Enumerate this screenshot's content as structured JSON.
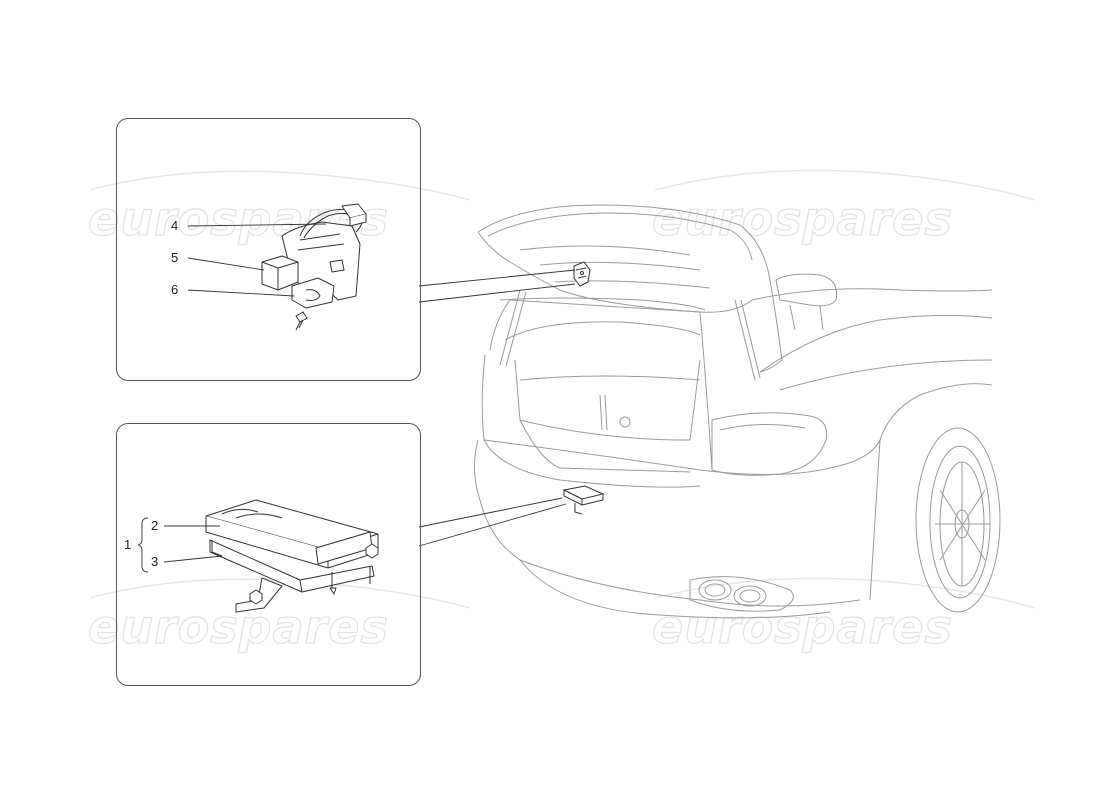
{
  "watermark": {
    "text": "eurospares"
  },
  "callouts": {
    "part_1": "1",
    "part_2": "2",
    "part_3": "3",
    "part_4": "4",
    "part_5": "5",
    "part_6": "6"
  },
  "colors": {
    "line": "#333333",
    "car_line": "#9a9a9a",
    "watermark": "#e3e3e3"
  }
}
